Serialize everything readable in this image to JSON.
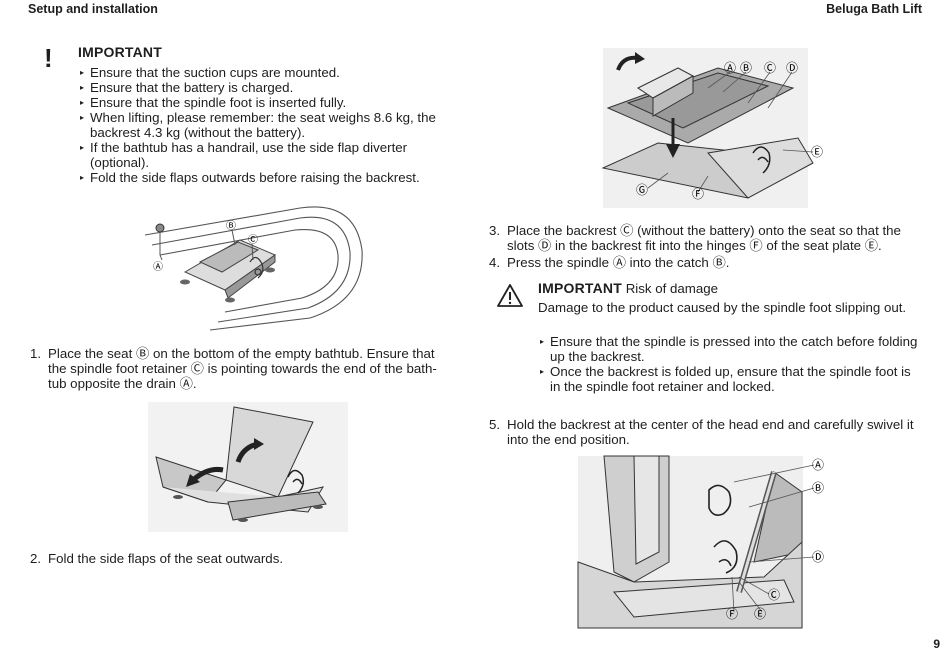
{
  "header": {
    "section": "Setup and installation",
    "product": "Beluga Bath Lift"
  },
  "page_number": "9",
  "important1": {
    "mark": "!",
    "title": "IMPORTANT",
    "bullets": [
      "Ensure that the suction cups are mounted.",
      "Ensure that the battery is charged.",
      "Ensure that the spindle foot is inserted fully.",
      "When lifting, please remember: the seat weighs 8.6 kg, the backrest 4.3 kg (without the battery).",
      "If the bathtub has a handrail, use the side flap diverter (optional).",
      "Fold the side flaps outwards before raising the backrest."
    ]
  },
  "steps": [
    {
      "num": "1.",
      "text": "Place the seat Ⓑ on the bottom of the empty bathtub. Ensure that the spindle foot retainer Ⓒ is pointing towards the end of the bath-tub opposite the drain Ⓐ."
    },
    {
      "num": "2.",
      "text": "Fold the side flaps of the seat outwards."
    },
    {
      "num": "3.",
      "text": "Place the backrest Ⓒ (without the battery) onto the seat so that the slots Ⓓ in the backrest fit into the hinges Ⓕ of the seat plate Ⓔ."
    },
    {
      "num": "4.",
      "text": "Press the spindle Ⓐ into the catch Ⓑ."
    },
    {
      "num": "5.",
      "text": "Hold the backrest at the center of the head end and carefully swivel it into the end position."
    }
  ],
  "important2": {
    "title": "IMPORTANT",
    "subtitle": "Risk of damage",
    "body": "Damage to the product caused by the spindle foot slipping out.",
    "bullets": [
      "Ensure that the spindle is pressed into the catch before folding up the backrest.",
      "Once the backrest is folded up, ensure that the spindle foot is in the spindle foot retainer and locked."
    ]
  },
  "figures": {
    "fig1_labels": [
      "Ⓑ",
      "Ⓒ",
      "Ⓐ"
    ],
    "fig3_labels": [
      "Ⓐ",
      "Ⓑ",
      "Ⓒ",
      "Ⓓ",
      "Ⓔ",
      "Ⓖ",
      "Ⓕ"
    ],
    "fig4_labels": [
      "Ⓐ",
      "Ⓑ",
      "Ⓓ",
      "Ⓒ",
      "Ⓕ",
      "Ⓔ"
    ]
  }
}
